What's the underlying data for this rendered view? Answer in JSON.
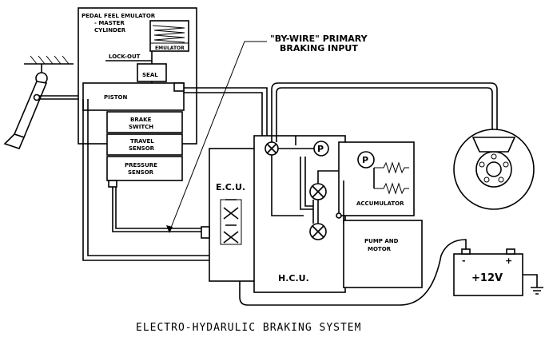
{
  "labels": {
    "emulator_title": "PEDAL FEEL EMULATOR",
    "emulator_sub1": "- MASTER",
    "emulator_sub2": "CYLINDER",
    "emulator_box": "EMULATOR",
    "lock_out": "LOCK-OUT",
    "seal": "SEAL",
    "piston": "PISTON",
    "brake_switch_1": "BRAKE",
    "brake_switch_2": "SWITCH",
    "travel_sensor_1": "TRAVEL",
    "travel_sensor_2": "SENSOR",
    "pressure_sensor_1": "PRESSURE",
    "pressure_sensor_2": "SENSOR",
    "by_wire_1": "\"BY-WIRE\" PRIMARY",
    "by_wire_2": "BRAKING INPUT",
    "ecu": "E.C.U.",
    "hcu": "H.C.U.",
    "pressure_gauge_symbol": "P",
    "accumulator_gauge_symbol": "P",
    "accumulator": "ACCUMULATOR",
    "pump_1": "PUMP AND",
    "pump_2": "MOTOR",
    "battery": "+12V",
    "battery_neg": "-",
    "battery_pos": "+",
    "caption": "ELECTRO-HYDARULIC BRAKING SYSTEM"
  }
}
